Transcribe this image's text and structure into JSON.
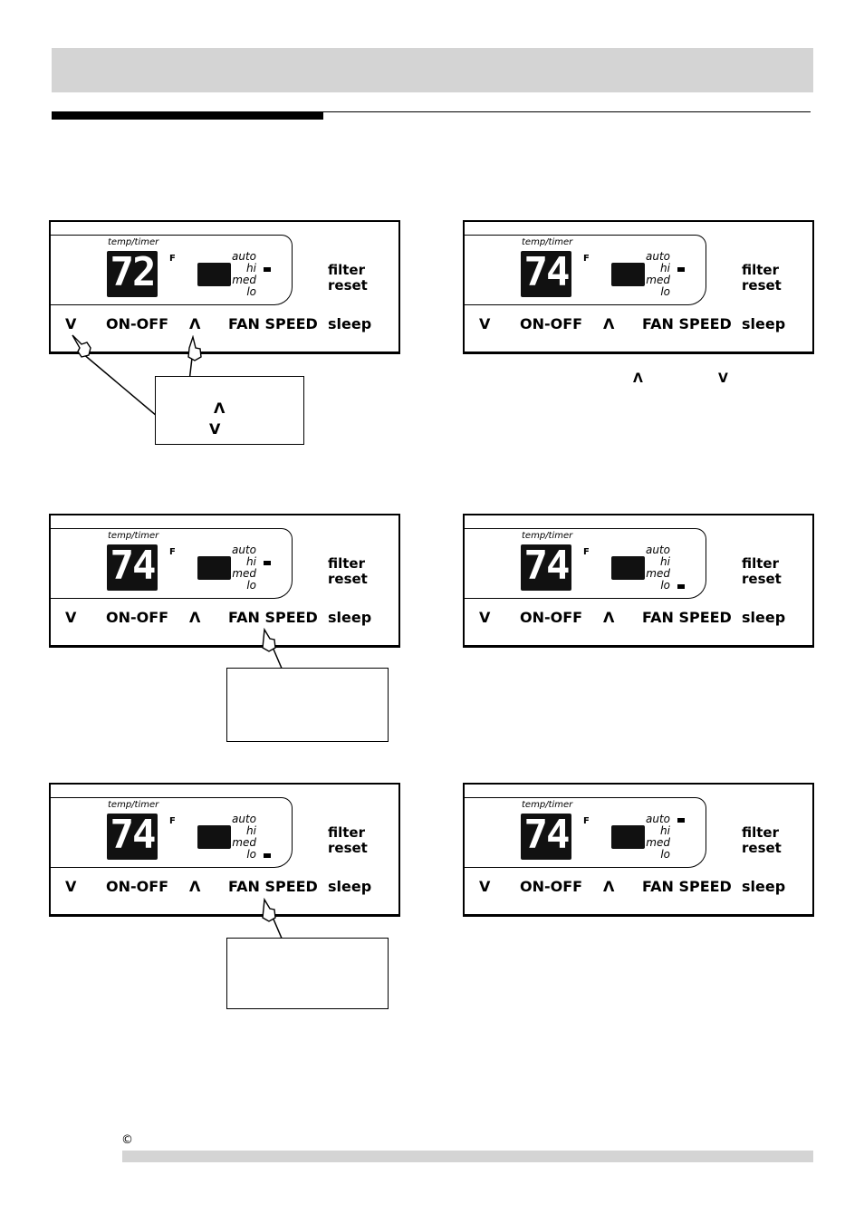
{
  "footer": {
    "copyright_symbol": "©"
  },
  "panel_labels": {
    "temp_timer": "temp/timer",
    "unit": "F",
    "fan_auto": "auto",
    "fan_hi": "hi",
    "fan_med": "med",
    "fan_lo": "lo",
    "filter": "filter",
    "reset": "reset",
    "down": "V",
    "on_off": "ON-OFF",
    "up": "Λ",
    "fan_speed": "FAN SPEED",
    "sleep": "sleep"
  },
  "panels": [
    {
      "temperature": "72",
      "fan_indicator": "hi"
    },
    {
      "temperature": "74",
      "fan_indicator": "hi"
    },
    {
      "temperature": "74",
      "fan_indicator": "hi"
    },
    {
      "temperature": "74",
      "fan_indicator": "lo"
    },
    {
      "temperature": "74",
      "fan_indicator": "lo"
    },
    {
      "temperature": "74",
      "fan_indicator": "auto"
    }
  ],
  "callout_1": {
    "up_symbol": "Λ",
    "down_symbol": "V"
  },
  "caption_2": {
    "up_symbol": "Λ",
    "down_symbol": "V"
  }
}
